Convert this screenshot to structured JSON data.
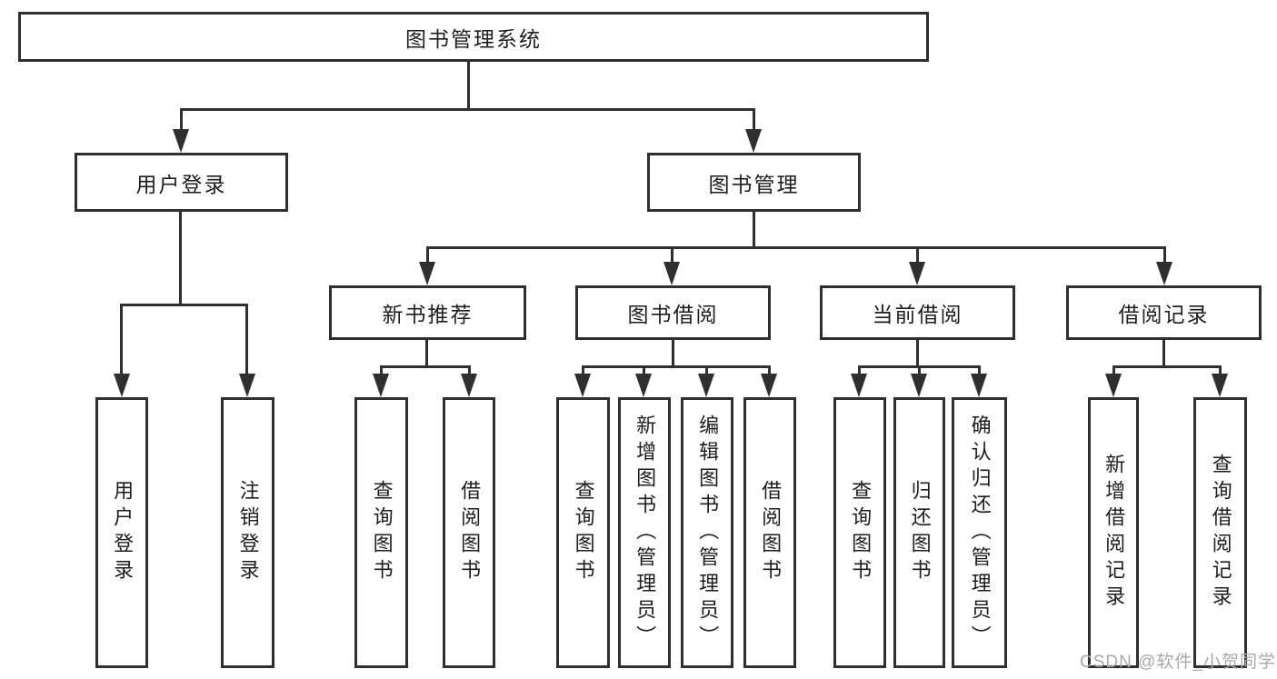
{
  "colors": {
    "line": "#2f2f2f",
    "text": "#1d1d1d",
    "watermark": "#a8a8a8",
    "background": "#ffffff"
  },
  "watermark": "CSDN @软件_小贺同学",
  "tree": {
    "label": "图书管理系统",
    "children": [
      {
        "label": "用户登录",
        "children": [
          {
            "label": "用户登录"
          },
          {
            "label": "注销登录"
          }
        ]
      },
      {
        "label": "图书管理",
        "children": [
          {
            "label": "新书推荐",
            "children": [
              {
                "label": "查询图书"
              },
              {
                "label": "借阅图书"
              }
            ]
          },
          {
            "label": "图书借阅",
            "children": [
              {
                "label": "查询图书"
              },
              {
                "label": "新增图书（管理员）"
              },
              {
                "label": "编辑图书（管理员）"
              },
              {
                "label": "借阅图书"
              }
            ]
          },
          {
            "label": "当前借阅",
            "children": [
              {
                "label": "查询图书"
              },
              {
                "label": "归还图书"
              },
              {
                "label": "确认归还（管理员）"
              }
            ]
          },
          {
            "label": "借阅记录",
            "children": [
              {
                "label": "新增借阅记录"
              },
              {
                "label": "查询借阅记录"
              }
            ]
          }
        ]
      }
    ]
  }
}
